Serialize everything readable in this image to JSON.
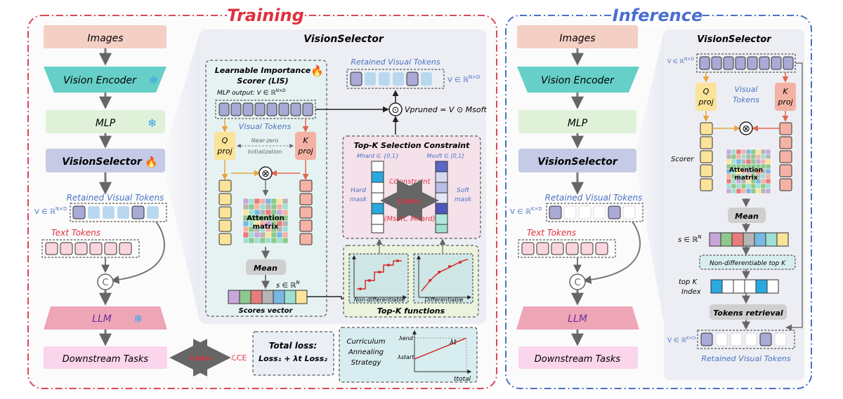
{
  "training": {
    "title": "Training",
    "pipeline": {
      "images": "Images",
      "vision_encoder": "Vision Encoder",
      "mlp": "MLP",
      "vision_selector": "VisionSelector",
      "retained_tokens": "Retained Visual Tokens",
      "v_label": "V ∈ ℝ",
      "v_sup": "N×D",
      "text_tokens": "Text Tokens",
      "concat": "C",
      "llm": "LLM",
      "downstream": "Downstream Tasks",
      "loss1": "Loss₁",
      "lce": "ℒCE"
    },
    "selector_panel": {
      "title": "VisionSelector",
      "lis_title_1": "Learnable Importance",
      "lis_title_2": "Scorer (LIS)",
      "mlp_output": "MLP output: V ∈ ℝ",
      "mlp_output_sup": "N×D",
      "visual_tokens": "Visual Tokens",
      "q_proj": [
        "Q",
        "proj"
      ],
      "k_proj": [
        "K",
        "proj"
      ],
      "init": [
        "Near-zero",
        "Initialization"
      ],
      "otimes": "⊗",
      "attention_matrix": [
        "Attention",
        "matrix"
      ],
      "mean": "Mean",
      "s_label": "s ∈ ℝ",
      "s_sup": "N",
      "scores_vector": "Scores vector",
      "retained_tokens": "Retained Visual Tokens",
      "retained_v": "V ∈ ℝ",
      "retained_v_sup": "N×D",
      "odot": "⊙",
      "v_pruned": "Vpruned = V ⊙ Msoft",
      "topk_title": "Top-K Selection Constraint",
      "m_hard": "Mhard ∈ {0,1}",
      "m_soft": "Msoft ∈ [0,1]",
      "hard_mask": [
        "Hard",
        "mask"
      ],
      "soft_mask": [
        "Soft",
        "mask"
      ],
      "l_constraint": "ℒConstraint",
      "loss2": "Loss₂",
      "msoft_mhard": "(Msoft, Mhard)",
      "topk_functions": "Top-K functions",
      "non_diff": "Non-differentiable",
      "diff": "Differentiable"
    },
    "total_loss": [
      "Total loss:",
      "Loss₁ + λt Loss₂"
    ],
    "curriculum": [
      "Curriculum",
      "Annealing",
      "Strategy"
    ],
    "curriculum_labels": {
      "lambda_end": "λend",
      "lambda_start": "λstart",
      "lambda_t": "λt",
      "t_total": "ttotal"
    }
  },
  "inference": {
    "title": "Inference",
    "pipeline": {
      "images": "Images",
      "vision_encoder": "Vision Encoder",
      "mlp": "MLP",
      "vision_selector": "VisionSelector",
      "retained_tokens": "Retained Visual Tokens",
      "v_label": "V ∈ ℝ",
      "v_sup": "K×D",
      "text_tokens": "Text Tokens",
      "concat": "C",
      "llm": "LLM",
      "downstream": "Downstream Tasks"
    },
    "selector_panel": {
      "title": "VisionSelector",
      "v_top": "V ∈ ℝ",
      "v_top_sup": "N×D",
      "q_proj": [
        "Q",
        "proj"
      ],
      "k_proj": [
        "K",
        "proj"
      ],
      "visual_tokens": [
        "Visual",
        "Tokens"
      ],
      "scorer": "Scorer",
      "attention_matrix": [
        "Attention",
        "matrix"
      ],
      "mean": "Mean",
      "s_label": "s ∈ ℝ",
      "s_sup": "N",
      "non_diff_topk": "Non-differentiable top K",
      "topk_index": [
        "top K",
        "Index"
      ],
      "tokens_retrieval": "Tokens retrieval",
      "v_bottom": "V ∈ ℝ",
      "v_bottom_sup": "K×D",
      "retained_tokens": "Retained Visual Tokens"
    }
  },
  "colors": {
    "training_border": "#d9475a",
    "inference_border": "#4a72c4",
    "training_title": "#e0313f",
    "inference_title": "#4a6fd0",
    "images_box": "#f4cfc4",
    "encoder": "#66cfc7",
    "mlp_box": "#dff2d9",
    "selector_box": "#c5cbe6",
    "llm": "#eea6b7",
    "downstream": "#fad5ec",
    "token_blue": "#b8d8f0",
    "token_dark": "#a9aad6",
    "text_token": "#fbd5dd",
    "q_color": "#fbe39a",
    "k_color": "#f4b2a4",
    "lis_bg": "#e6f2f2",
    "topk_bg": "#f5e1ea",
    "func_bg": "#ecf3dd",
    "loss_bg": "#e9eef7"
  },
  "icons": {
    "snowflake": "snowflake-icon",
    "fire": "fire-icon"
  }
}
